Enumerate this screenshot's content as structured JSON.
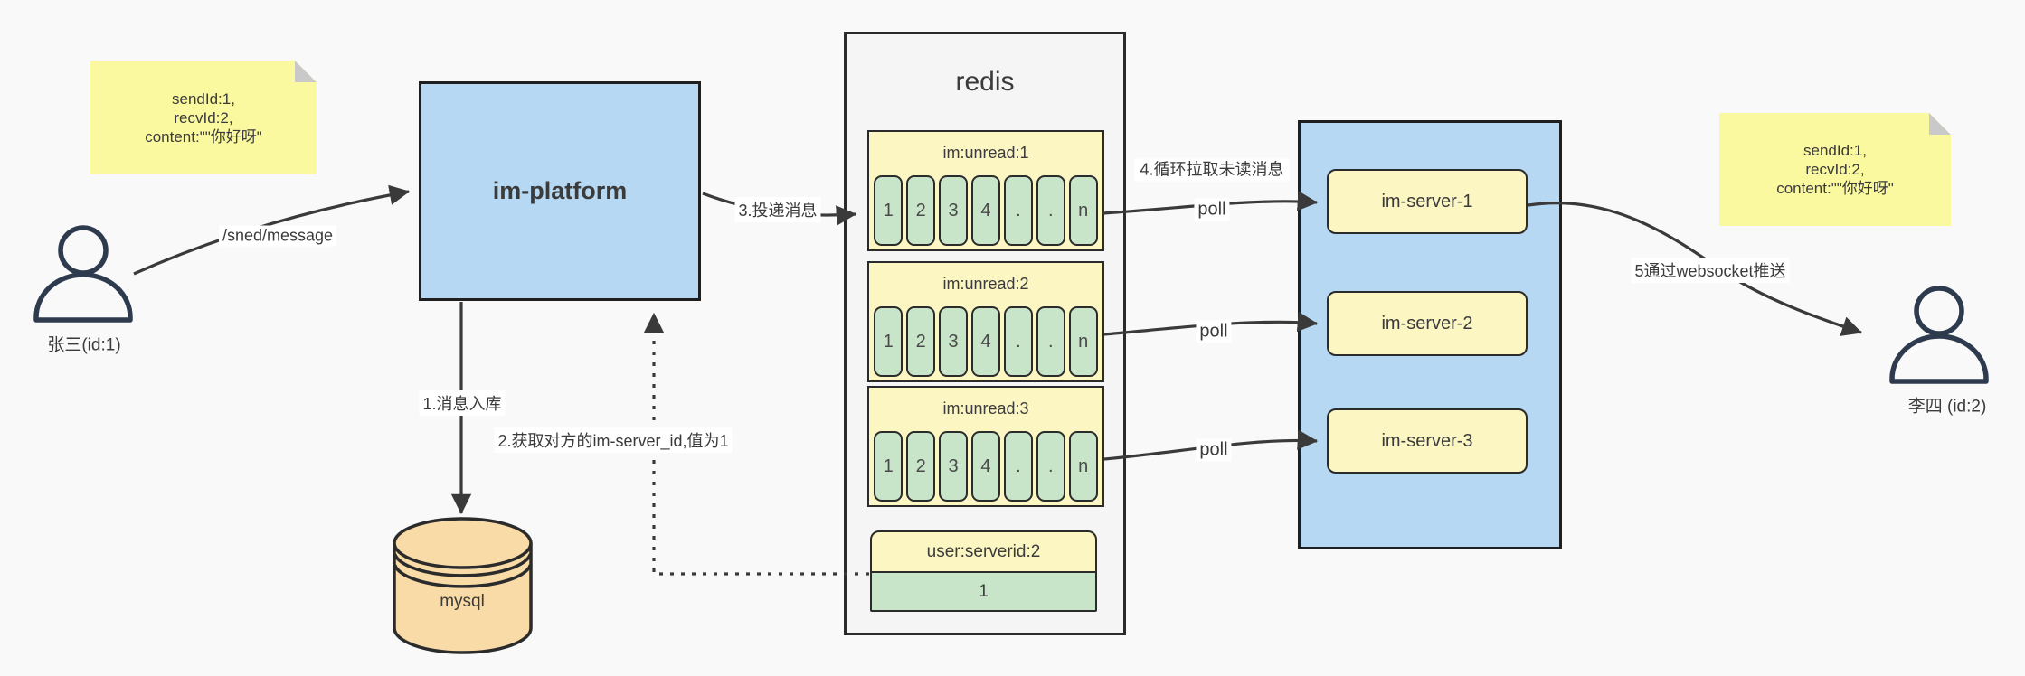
{
  "diagram": {
    "background": "#f9f9f9",
    "colors": {
      "blue_fill": "#b6d8f2",
      "note_yellow": "#fbf99f",
      "pale_yellow": "#fcf6c3",
      "cell_green": "#c8e5ca",
      "db_tan": "#f8dba6",
      "container_gray": "#f5f5f5",
      "line": "#3a3a3a",
      "text": "#3b3b3b"
    }
  },
  "notes": {
    "left": {
      "lines": [
        "sendId:1,",
        "recvId:2,",
        "content:\"\"你好呀\""
      ]
    },
    "right": {
      "lines": [
        "sendId:1,",
        "recvId:2,",
        "content:\"\"你好呀\""
      ]
    }
  },
  "actors": {
    "sender": {
      "label": "张三(id:1)"
    },
    "receiver": {
      "label": "李四 (id:2)"
    }
  },
  "platform": {
    "label": "im-platform"
  },
  "database": {
    "label": "mysql"
  },
  "redis": {
    "title": "redis",
    "queues": [
      {
        "name": "im:unread:1",
        "cells": [
          "1",
          "2",
          "3",
          "4",
          ".",
          ".",
          "n"
        ]
      },
      {
        "name": "im:unread:2",
        "cells": [
          "1",
          "2",
          "3",
          "4",
          ".",
          ".",
          "n"
        ]
      },
      {
        "name": "im:unread:3",
        "cells": [
          "1",
          "2",
          "3",
          "4",
          ".",
          ".",
          "n"
        ]
      }
    ],
    "kv": {
      "key": "user:serverid:2",
      "value": "1"
    }
  },
  "cluster": {
    "servers": [
      {
        "label": "im-server-1"
      },
      {
        "label": "im-server-2"
      },
      {
        "label": "im-server-3"
      }
    ]
  },
  "edges": {
    "send": {
      "label": "/sned/message"
    },
    "store": {
      "label": "1.消息入库"
    },
    "lookup": {
      "label": "2.获取对方的im-server_id,值为1"
    },
    "deliver": {
      "label": "3.投递消息"
    },
    "poll_loop": {
      "label": "4.循环拉取未读消息"
    },
    "poll1": {
      "label": "poll"
    },
    "poll2": {
      "label": "poll"
    },
    "poll3": {
      "label": "poll"
    },
    "push": {
      "label": "5通过websocket推送"
    }
  }
}
